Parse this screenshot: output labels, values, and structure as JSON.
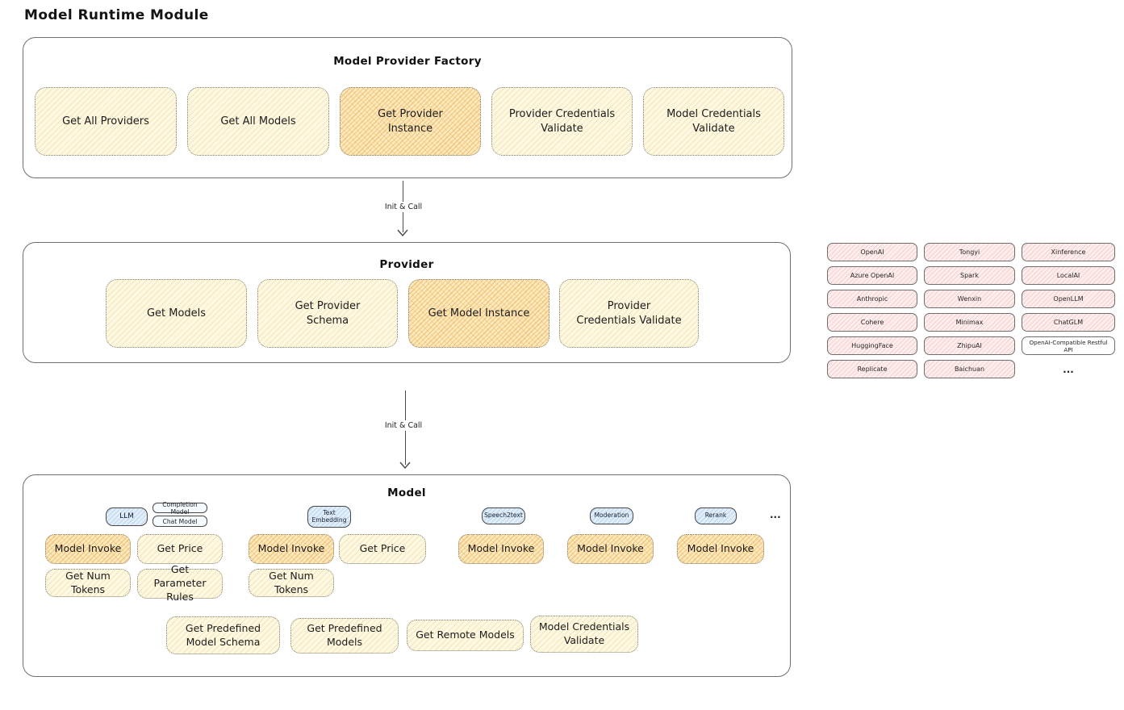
{
  "page_title": "Model Runtime Module",
  "arrows": {
    "arrow1_label": "Init & Call",
    "arrow2_label": "Init & Call"
  },
  "factory": {
    "title": "Model Provider Factory",
    "buttons": [
      {
        "label": "Get All Providers"
      },
      {
        "label": "Get All Models"
      },
      {
        "label": "Get Provider Instance"
      },
      {
        "label": "Provider Credentials Validate"
      },
      {
        "label": "Model Credentials Validate"
      }
    ]
  },
  "provider": {
    "title": "Provider",
    "buttons": [
      {
        "label": "Get Models"
      },
      {
        "label": "Get Provider Schema"
      },
      {
        "label": "Get Model Instance"
      },
      {
        "label": "Provider Credentials Validate"
      }
    ]
  },
  "model": {
    "title": "Model",
    "ellipsis": "...",
    "tags": {
      "llm": "LLM",
      "completion_model": "Completion Model",
      "chat_model": "Chat Model",
      "text_embedding": "Text Embedding",
      "speech2text": "Speech2text",
      "moderation": "Moderation",
      "rerank": "Rerank"
    },
    "buttons": {
      "model_invoke": "Model Invoke",
      "get_price": "Get Price",
      "get_num_tokens": "Get Num Tokens",
      "get_parameter_rules": "Get Parameter Rules",
      "get_predefined_model_schema": "Get Predefined Model Schema",
      "get_predefined_models": "Get Predefined Models",
      "get_remote_models": "Get Remote Models",
      "model_credentials_validate": "Model Credentials Validate"
    }
  },
  "providers_grid": {
    "cells": [
      {
        "label": "OpenAI"
      },
      {
        "label": "Tongyi"
      },
      {
        "label": "Xinference"
      },
      {
        "label": "Azure OpenAI"
      },
      {
        "label": "Spark"
      },
      {
        "label": "LocalAI"
      },
      {
        "label": "Anthropic"
      },
      {
        "label": "Wenxin"
      },
      {
        "label": "OpenLLM"
      },
      {
        "label": "Cohere"
      },
      {
        "label": "Minimax"
      },
      {
        "label": "ChatGLM"
      },
      {
        "label": "HuggingFace"
      },
      {
        "label": "ZhipuAI"
      },
      {
        "label": "OpenAI-Compatible Restful API"
      },
      {
        "label": "Replicate"
      },
      {
        "label": "Baichuan"
      },
      {
        "label": "..."
      }
    ]
  },
  "colors": {
    "yellow_node": "#fdf8e2",
    "orange_highlight": "#fbeac0",
    "blue_pill": "#e1eef9",
    "pink_cell": "#fdeded",
    "border": "#6f6f6f"
  }
}
